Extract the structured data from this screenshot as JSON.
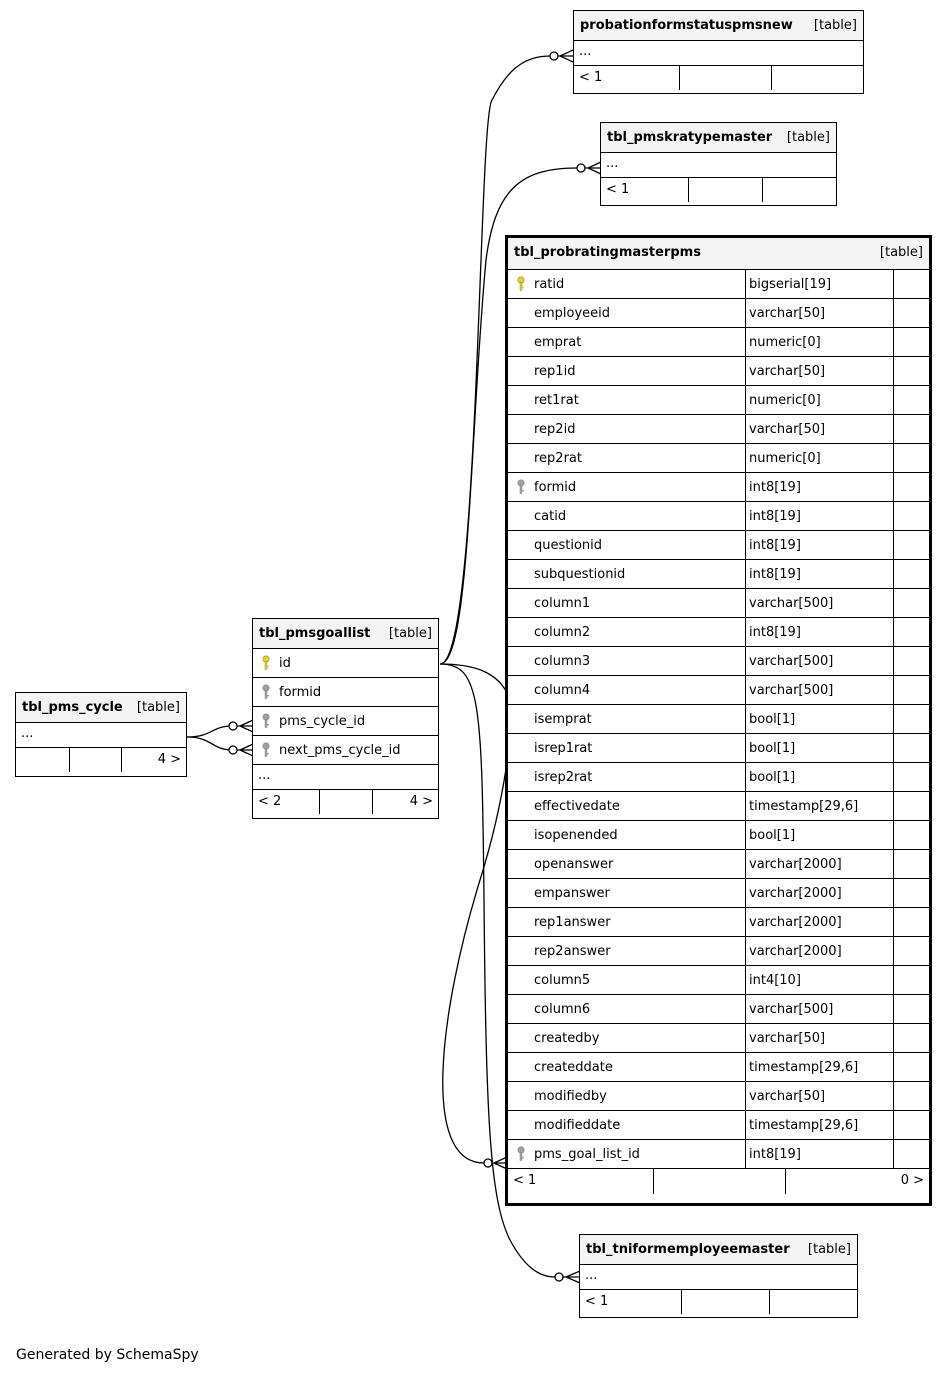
{
  "credit": "Generated by SchemaSpy",
  "colors": {
    "pk_key": "#e8d800",
    "fk_key": "#a0a0a0",
    "header_bg": "#f4f4f4"
  },
  "tables": {
    "probationformstatus": {
      "name": "probationformstatuspmsnew",
      "kind": "[table]",
      "ellipsis": "...",
      "parents": "< 1",
      "children": ""
    },
    "kratypemaster": {
      "name": "tbl_pmskratypemaster",
      "kind": "[table]",
      "ellipsis": "...",
      "parents": "< 1",
      "children": ""
    },
    "probrating": {
      "name": "tbl_probratingmasterpms",
      "kind": "[table]",
      "parents": "< 1",
      "children": "0 >",
      "columns": [
        {
          "name": "ratid",
          "type": "bigserial[19]",
          "icon": "primary-key-icon"
        },
        {
          "name": "employeeid",
          "type": "varchar[50]",
          "icon": ""
        },
        {
          "name": "emprat",
          "type": "numeric[0]",
          "icon": ""
        },
        {
          "name": "rep1id",
          "type": "varchar[50]",
          "icon": ""
        },
        {
          "name": "ret1rat",
          "type": "numeric[0]",
          "icon": ""
        },
        {
          "name": "rep2id",
          "type": "varchar[50]",
          "icon": ""
        },
        {
          "name": "rep2rat",
          "type": "numeric[0]",
          "icon": ""
        },
        {
          "name": "formid",
          "type": "int8[19]",
          "icon": "foreign-key-icon"
        },
        {
          "name": "catid",
          "type": "int8[19]",
          "icon": ""
        },
        {
          "name": "questionid",
          "type": "int8[19]",
          "icon": ""
        },
        {
          "name": "subquestionid",
          "type": "int8[19]",
          "icon": ""
        },
        {
          "name": "column1",
          "type": "varchar[500]",
          "icon": ""
        },
        {
          "name": "column2",
          "type": "int8[19]",
          "icon": ""
        },
        {
          "name": "column3",
          "type": "varchar[500]",
          "icon": ""
        },
        {
          "name": "column4",
          "type": "varchar[500]",
          "icon": ""
        },
        {
          "name": "isemprat",
          "type": "bool[1]",
          "icon": ""
        },
        {
          "name": "isrep1rat",
          "type": "bool[1]",
          "icon": ""
        },
        {
          "name": "isrep2rat",
          "type": "bool[1]",
          "icon": ""
        },
        {
          "name": "effectivedate",
          "type": "timestamp[29,6]",
          "icon": ""
        },
        {
          "name": "isopenended",
          "type": "bool[1]",
          "icon": ""
        },
        {
          "name": "openanswer",
          "type": "varchar[2000]",
          "icon": ""
        },
        {
          "name": "empanswer",
          "type": "varchar[2000]",
          "icon": ""
        },
        {
          "name": "rep1answer",
          "type": "varchar[2000]",
          "icon": ""
        },
        {
          "name": "rep2answer",
          "type": "varchar[2000]",
          "icon": ""
        },
        {
          "name": "column5",
          "type": "int4[10]",
          "icon": ""
        },
        {
          "name": "column6",
          "type": "varchar[500]",
          "icon": ""
        },
        {
          "name": "createdby",
          "type": "varchar[50]",
          "icon": ""
        },
        {
          "name": "createddate",
          "type": "timestamp[29,6]",
          "icon": ""
        },
        {
          "name": "modifiedby",
          "type": "varchar[50]",
          "icon": ""
        },
        {
          "name": "modifieddate",
          "type": "timestamp[29,6]",
          "icon": ""
        },
        {
          "name": "pms_goal_list_id",
          "type": "int8[19]",
          "icon": "foreign-key-icon"
        }
      ]
    },
    "goallist": {
      "name": "tbl_pmsgoallist",
      "kind": "[table]",
      "ellipsis": "...",
      "parents": "< 2",
      "children": "4 >",
      "columns": [
        {
          "name": "id",
          "icon": "primary-key-icon"
        },
        {
          "name": "formid",
          "icon": "foreign-key-icon"
        },
        {
          "name": "pms_cycle_id",
          "icon": "foreign-key-icon"
        },
        {
          "name": "next_pms_cycle_id",
          "icon": "foreign-key-icon"
        }
      ]
    },
    "pmscycle": {
      "name": "tbl_pms_cycle",
      "kind": "[table]",
      "ellipsis": "...",
      "parents": "",
      "children": "4 >"
    },
    "tniform": {
      "name": "tbl_tniformemployeemaster",
      "kind": "[table]",
      "ellipsis": "...",
      "parents": "< 1",
      "children": ""
    }
  }
}
